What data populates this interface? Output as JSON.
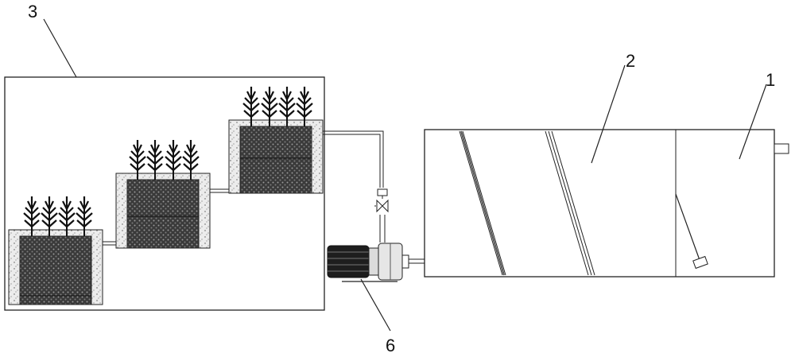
{
  "labels": {
    "wetland_system": "3",
    "settling_tank": "2",
    "inlet_tank": "1",
    "pump": "6"
  }
}
